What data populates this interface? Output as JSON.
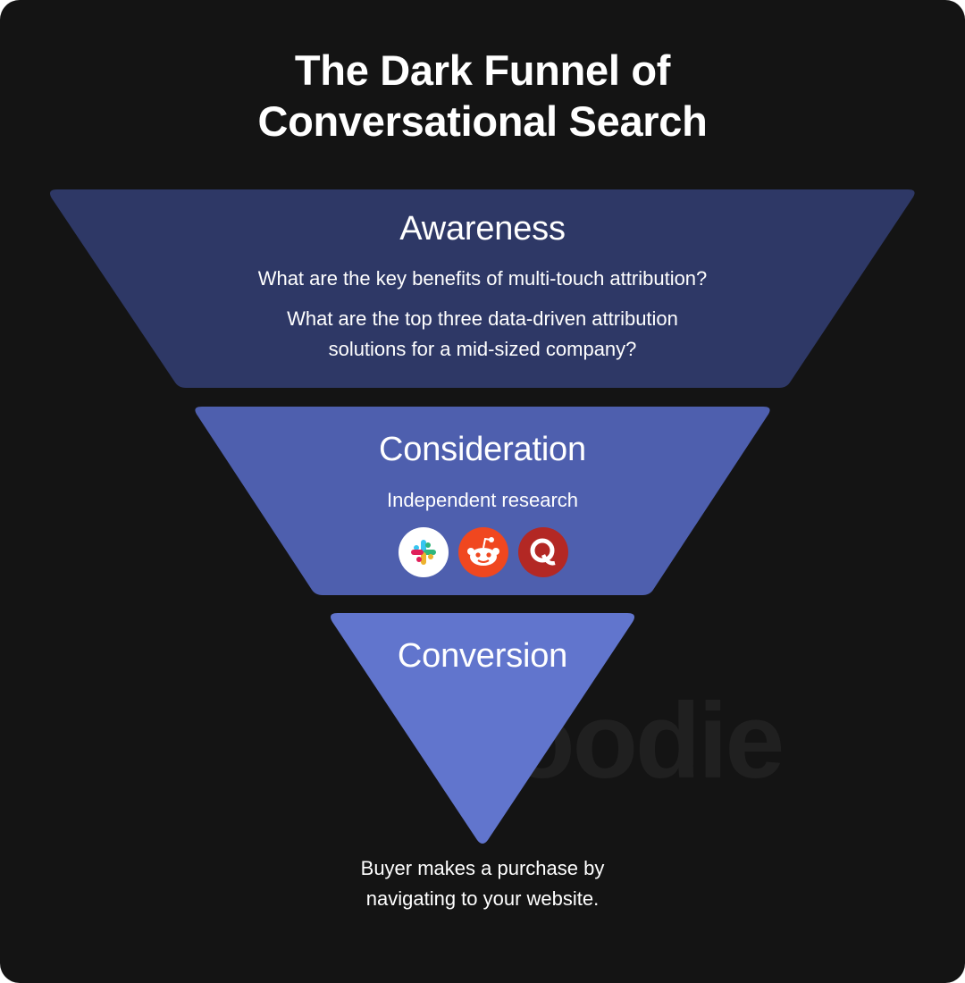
{
  "title": {
    "line1": "The Dark Funnel of",
    "line2": "Conversational Search"
  },
  "watermark": "goodie",
  "stages": {
    "awareness": {
      "label": "Awareness",
      "color": "#2e3866",
      "question1": "What are the key benefits of multi-touch attribution?",
      "question2_line1": "What are the top three data-driven attribution",
      "question2_line2": "solutions for a mid-sized company?"
    },
    "consideration": {
      "label": "Consideration",
      "color": "#4e5fae",
      "subtitle": "Independent research",
      "icons": [
        "slack-icon",
        "reddit-icon",
        "quora-icon"
      ]
    },
    "conversion": {
      "label": "Conversion",
      "color": "#6175cd"
    }
  },
  "outcome": {
    "line1": "Buyer makes a purchase by",
    "line2": "navigating to your website."
  }
}
